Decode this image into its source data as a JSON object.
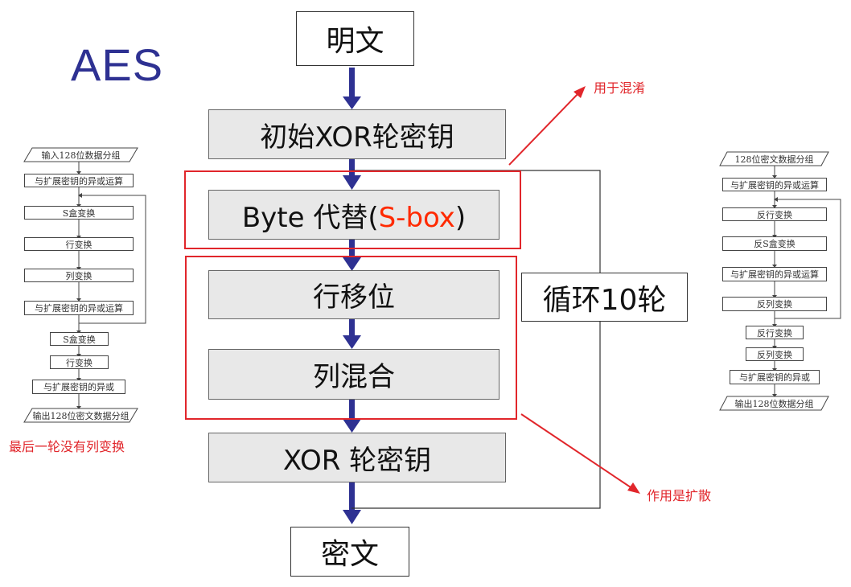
{
  "title": "AES",
  "flow": {
    "plaintext": "明文",
    "initial_xor": "初始XOR轮密钥",
    "byte_sub_prefix": "Byte 代替(",
    "byte_sub_sbox": "S-box",
    "byte_sub_suffix": ")",
    "shift_rows": "行移位",
    "mix_columns": "列混合",
    "xor_round_key": "XOR 轮密钥",
    "ciphertext": "密文",
    "loop_label": "循环10轮"
  },
  "notes": {
    "confusion": "用于混淆",
    "diffusion": "作用是扩散",
    "last_round": "最后一轮没有列变换"
  },
  "left_chart": {
    "input": "输入128位数据分组",
    "steps_loop": [
      "与扩展密钥的异或运算",
      "S盒变换",
      "行变换",
      "列变换",
      "与扩展密钥的异或运算"
    ],
    "steps_final": [
      "S盒变换",
      "行变换",
      "与扩展密钥的异或"
    ],
    "output": "输出128位密文数据分组"
  },
  "right_chart": {
    "input": "128位密文数据分组",
    "steps_loop": [
      "与扩展密钥的异或运算",
      "反行变换",
      "反S盒变换",
      "与扩展密钥的异或运算",
      "反列变换"
    ],
    "steps_final": [
      "反行变换",
      "反列变换",
      "与扩展密钥的异或"
    ],
    "output": "输出128位数据分组"
  },
  "colors": {
    "arrow": "#2e3192",
    "highlight": "#e1262b",
    "box_fill": "#e8e8e8"
  }
}
